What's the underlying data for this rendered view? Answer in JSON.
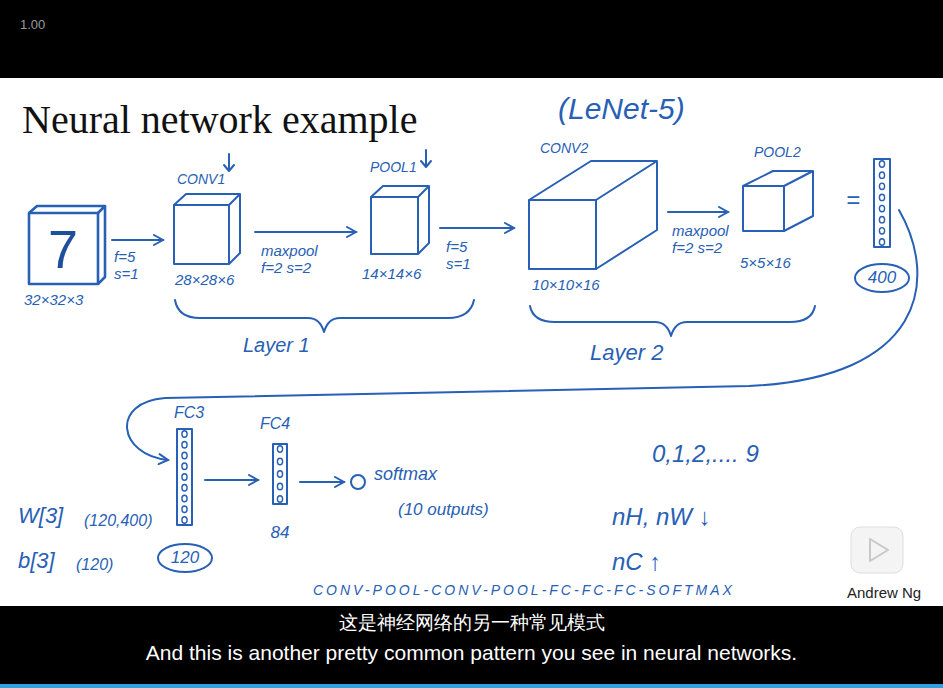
{
  "diagram": {
    "title": "Neural network example",
    "nodes": [
      {
        "text": [
          "7",
          "32×32×3"
        ]
      },
      {
        "text": [
          "CONV1",
          "28×28×6"
        ]
      },
      {
        "text": [
          "POOL1",
          "14×14×6"
        ]
      },
      {
        "text": [
          "CONV2",
          "10×10×16"
        ]
      },
      {
        "text": [
          "POOL2",
          "5×5×16"
        ]
      },
      {
        "text": [
          "400"
        ]
      },
      {
        "text": [
          "FC3",
          "120"
        ]
      },
      {
        "text": [
          "FC4",
          "84"
        ]
      },
      {
        "text": [
          "softmax",
          "(10 outputs)"
        ]
      }
    ],
    "edges": [
      {
        "from": 0,
        "to": 1,
        "arrow": "to",
        "label": "f=5 s=1"
      },
      {
        "from": 1,
        "to": 2,
        "arrow": "to",
        "label": "maxpool f=2 s=2"
      },
      {
        "from": 2,
        "to": 3,
        "arrow": "to",
        "label": "f=5 s=1"
      },
      {
        "from": 3,
        "to": 4,
        "arrow": "to",
        "label": "maxpool f=2 s=2"
      },
      {
        "from": 5,
        "to": 6,
        "arrow": "to"
      },
      {
        "from": 6,
        "to": 7,
        "arrow": "to"
      },
      {
        "from": 7,
        "to": 8,
        "arrow": "to"
      }
    ],
    "labels": [
      "1.00",
      "(LeNet-5)",
      "=",
      "Layer 1",
      "Layer 2",
      "W[3]",
      "(120,400)",
      "b[3]",
      "(120)",
      "0,1,2,.... 9",
      "nH, nW ↓",
      "nC ↑",
      "CONV-POOL-CONV-POOL-FC-FC-FC-SOFTMAX",
      "Andrew Ng",
      "这是神经网络的另一种常见模式",
      "And this is another pretty common pattern you see in neural networks."
    ]
  }
}
